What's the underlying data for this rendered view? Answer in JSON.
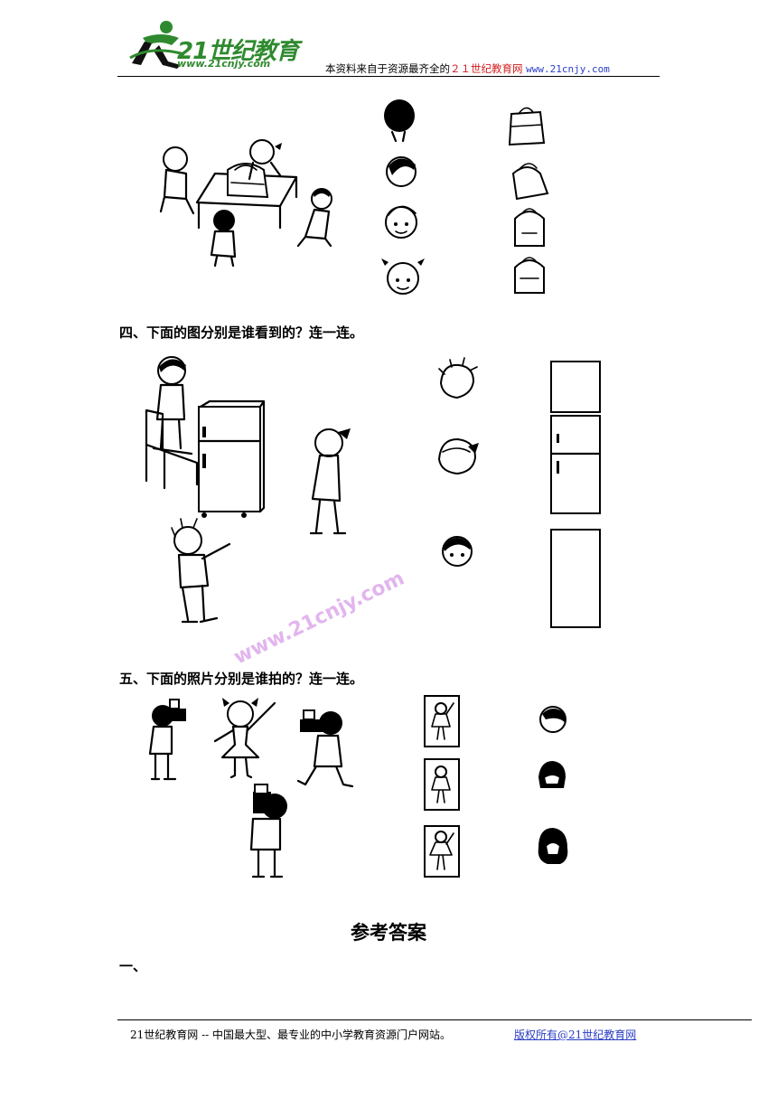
{
  "header": {
    "logo_text": "21世纪教育",
    "logo_url": "www.21cnjy.com",
    "note_prefix": "本资料来自于资源最齐全的",
    "note_site": "２１世纪教育网",
    "note_url": "www.21cnjy.com"
  },
  "question_4": {
    "title": "四、下面的图分别是谁看到的？连一连。"
  },
  "question_5": {
    "title": "五、下面的照片分别是谁拍的？连一连。"
  },
  "watermark": "www.21cnjy.com",
  "answers": {
    "title": "参考答案",
    "item_1": "一、"
  },
  "footer": {
    "left": "21世纪教育网 -- 中国最大型、最专业的中小学教育资源门户网站。",
    "right": "版权所有@21世纪教育网"
  }
}
